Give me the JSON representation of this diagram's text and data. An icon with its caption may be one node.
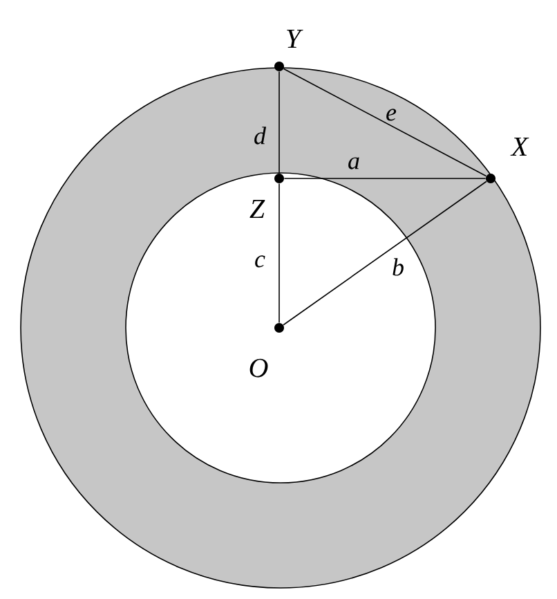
{
  "diagram": {
    "nodes": [
      {
        "text": [
          "Y"
        ]
      },
      {
        "text": [
          "X"
        ]
      },
      {
        "text": [
          "Z"
        ]
      },
      {
        "text": [
          "O"
        ]
      }
    ],
    "edges": [
      {
        "from": 2,
        "to": 0,
        "arrow": "none",
        "label": "d"
      },
      {
        "from": 0,
        "to": 1,
        "arrow": "none",
        "label": "e"
      },
      {
        "from": 2,
        "to": 1,
        "arrow": "none",
        "label": "a"
      },
      {
        "from": 3,
        "to": 2,
        "arrow": "none",
        "label": "c"
      },
      {
        "from": 3,
        "to": 1,
        "arrow": "none",
        "label": "b"
      }
    ]
  }
}
